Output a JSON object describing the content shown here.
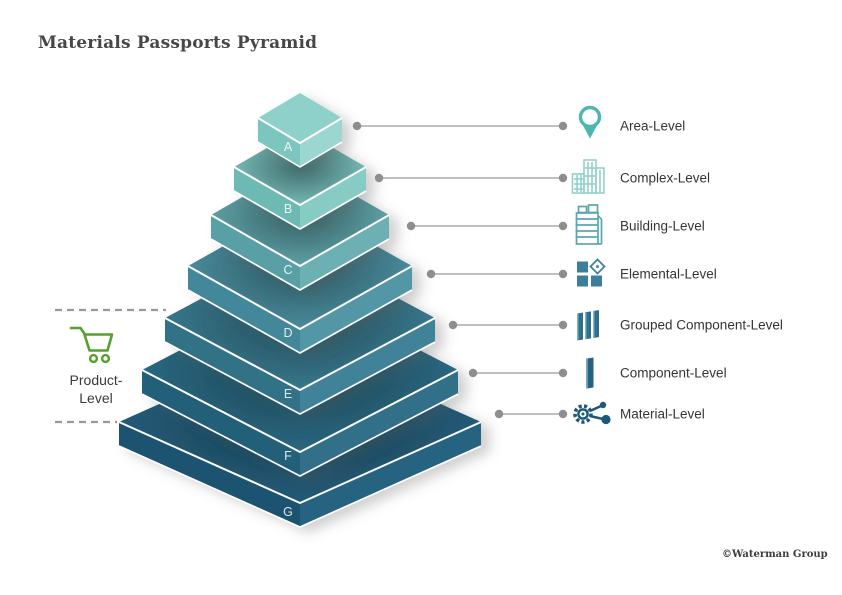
{
  "title": "Materials Passports Pyramid",
  "copyright": "©Waterman Group",
  "product_level": {
    "line1": "Product-",
    "line2": "Level",
    "icon": "shopping-cart-icon",
    "color": "#55a02f"
  },
  "levels": [
    {
      "letter": "A",
      "label": "Area-Level",
      "icon": "map-pin-icon"
    },
    {
      "letter": "B",
      "label": "Complex-Level",
      "icon": "complex-buildings-icon"
    },
    {
      "letter": "C",
      "label": "Building-Level",
      "icon": "building-icon"
    },
    {
      "letter": "D",
      "label": "Elemental-Level",
      "icon": "elemental-blocks-icon"
    },
    {
      "letter": "E",
      "label": "Grouped Component-Level",
      "icon": "grouped-components-icon"
    },
    {
      "letter": "F",
      "label": "Component-Level",
      "icon": "component-slab-icon"
    },
    {
      "letter": "G",
      "label": "Material-Level",
      "icon": "material-gear-network-icon"
    }
  ],
  "colors": {
    "accent_teal": "#4db5b2",
    "light_teal": "#8ed0ca",
    "dark_blue": "#1d5270",
    "cart_green": "#55a02f",
    "connector_gray": "#8e8e8e",
    "text_dark": "#353535",
    "layer_top": [
      "#8ed0ca",
      "#7cc2bd",
      "#63a8ad",
      "#4d91a2",
      "#3a7c91",
      "#2c6b85",
      "#255e7d"
    ],
    "layer_left": [
      "#7dc5bf",
      "#6db9b3",
      "#58a0a6",
      "#42889a",
      "#317287",
      "#245e79",
      "#1d5270"
    ],
    "layer_right": [
      "#9bd6d0",
      "#87cbc5",
      "#6db0b4",
      "#5397a7",
      "#408297",
      "#307089",
      "#286380"
    ]
  }
}
